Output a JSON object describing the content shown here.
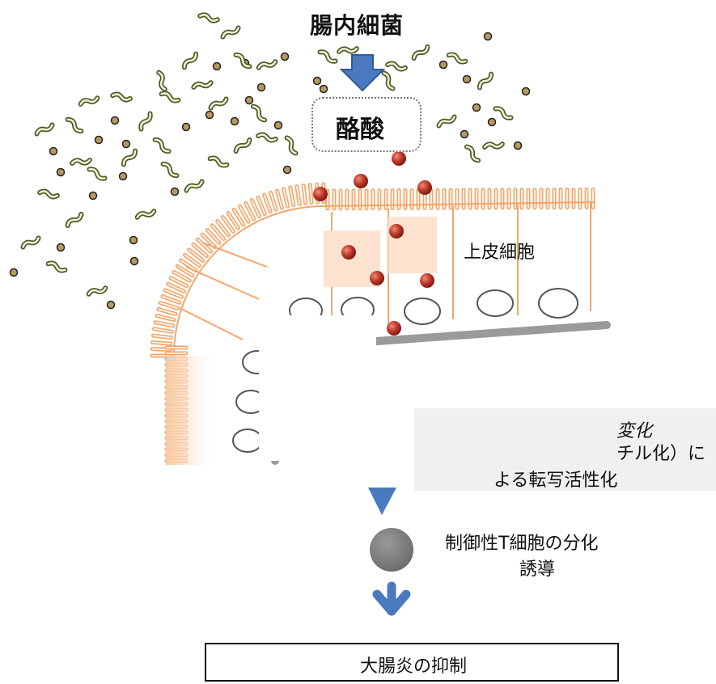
{
  "labels": {
    "bacteria": "腸内細菌",
    "butyrate": "酪酸",
    "epithelial": "上皮細胞",
    "epigenetic_line1": "変化",
    "epigenetic_line2": "チル化）に",
    "epigenetic_line3": "よる転写活性化",
    "treg_line1": "制御性T細胞の分化",
    "treg_line2": "誘導",
    "colitis": "大腸炎の抑制"
  },
  "colors": {
    "arrow_blue": "#4a7abd",
    "bacteria_outline": "#4b5a23",
    "coccus_fill": "#b79a5b",
    "molecule_red": "#c0392b",
    "villi_orange": "#f4a66a",
    "membrane_gray": "#9a9a9a",
    "curved_arrow": "#3d3153",
    "cell_gray": "#7b7b7b"
  },
  "icons": [
    "blue-down-arrow",
    "curved-arrow",
    "treg-cell"
  ]
}
